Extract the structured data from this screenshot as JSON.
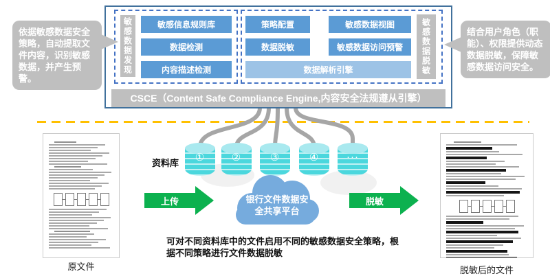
{
  "colors": {
    "module_blue": "#5B9BD5",
    "engine_light_blue": "#9DC3E6",
    "bar_gray": "#BFBFBF",
    "box_border_blue": "#41719C",
    "dashed_border_blue": "#4472C4",
    "divider_orange": "#FFC000",
    "connector_gray": "#A6A6A6",
    "database_cyan": "#4BD7DD",
    "cloud_blue": "#76ABDD",
    "arrow_green": "#0CB14F"
  },
  "left_callout": {
    "text": "依据敏感数据安全策略，自动提取文件内容，识别敏感数据，并产生预警。"
  },
  "right_callout": {
    "text": "结合用户角色（职能）、权限提供动态数据脱敏，保障敏感数据访问安全。"
  },
  "engine_box": {
    "discovery": {
      "side_label": "敏感数据发现",
      "modules": [
        "敏感信息规则库",
        "数据检测",
        "内容描述检测"
      ]
    },
    "masking": {
      "row1": [
        "策略配置",
        "敏感数据视图"
      ],
      "row2": [
        "数据脱敏",
        "敏感数据访问预警"
      ],
      "engine_bar": "数据解析引擎",
      "side_label": "敏感数据脱敏"
    },
    "footer": "CSCE（Content Safe Compliance Engine,内容安全法规遵从引擎）"
  },
  "pipeline": {
    "repo_label": "资料库",
    "db_labels": [
      "①",
      "②",
      "③",
      "④",
      "···"
    ],
    "cloud_line1": "银行文件数据安",
    "cloud_line2": "全共享平台",
    "upload_label": "上传",
    "desensitize_label": "脱敏",
    "caption": "可对不同资料库中的文件启用不同的敏感数据安全策略，根据不同策略进行文件数据脱敏"
  },
  "docs": {
    "original": "原文件",
    "masked": "脱敏后的文件"
  }
}
